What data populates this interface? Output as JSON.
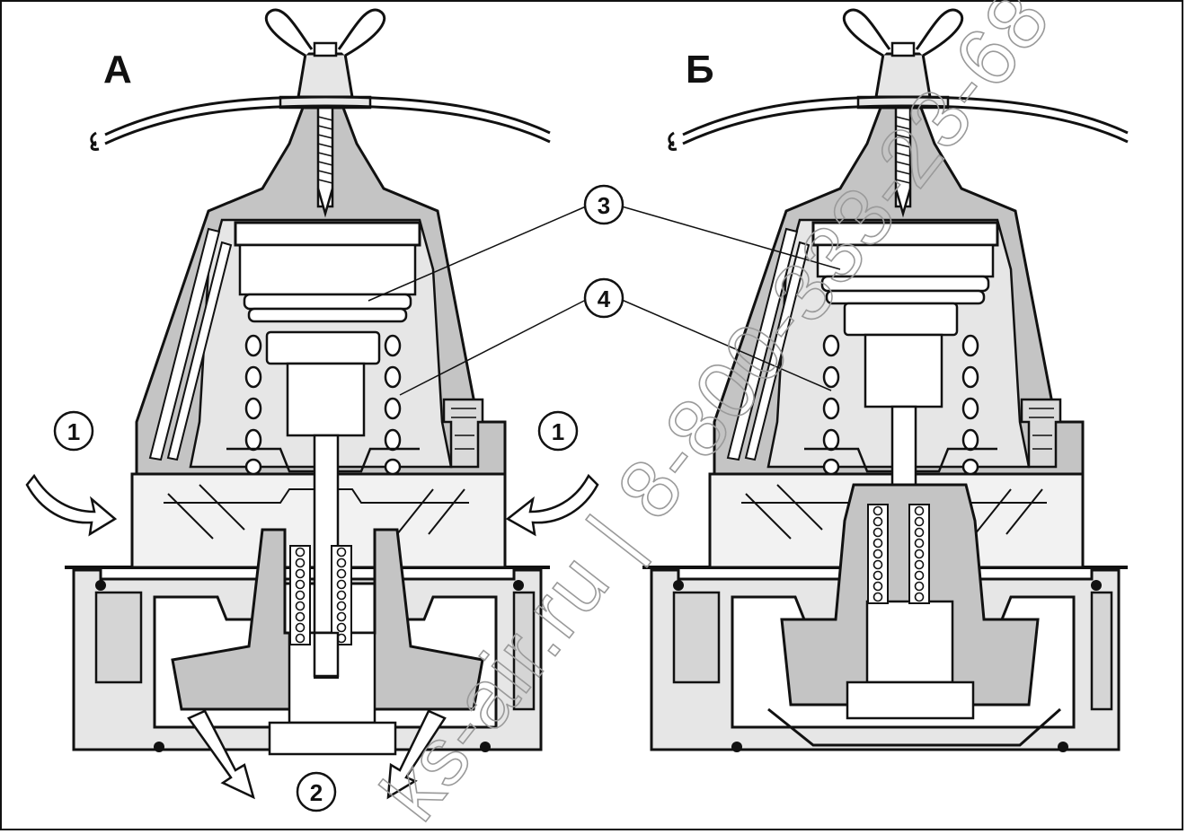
{
  "panels": {
    "left": {
      "label": "А"
    },
    "right": {
      "label": "Б"
    }
  },
  "callouts": {
    "inlet_left": "1",
    "inlet_right": "1",
    "outlet": "2",
    "piston": "3",
    "spring": "4"
  },
  "watermark": "ks-air.ru | 8-800-333-23-68",
  "colors": {
    "line": "#111111",
    "fill_light": "#e6e6e6",
    "fill_mid": "#c4c4c4",
    "background": "#ffffff"
  }
}
